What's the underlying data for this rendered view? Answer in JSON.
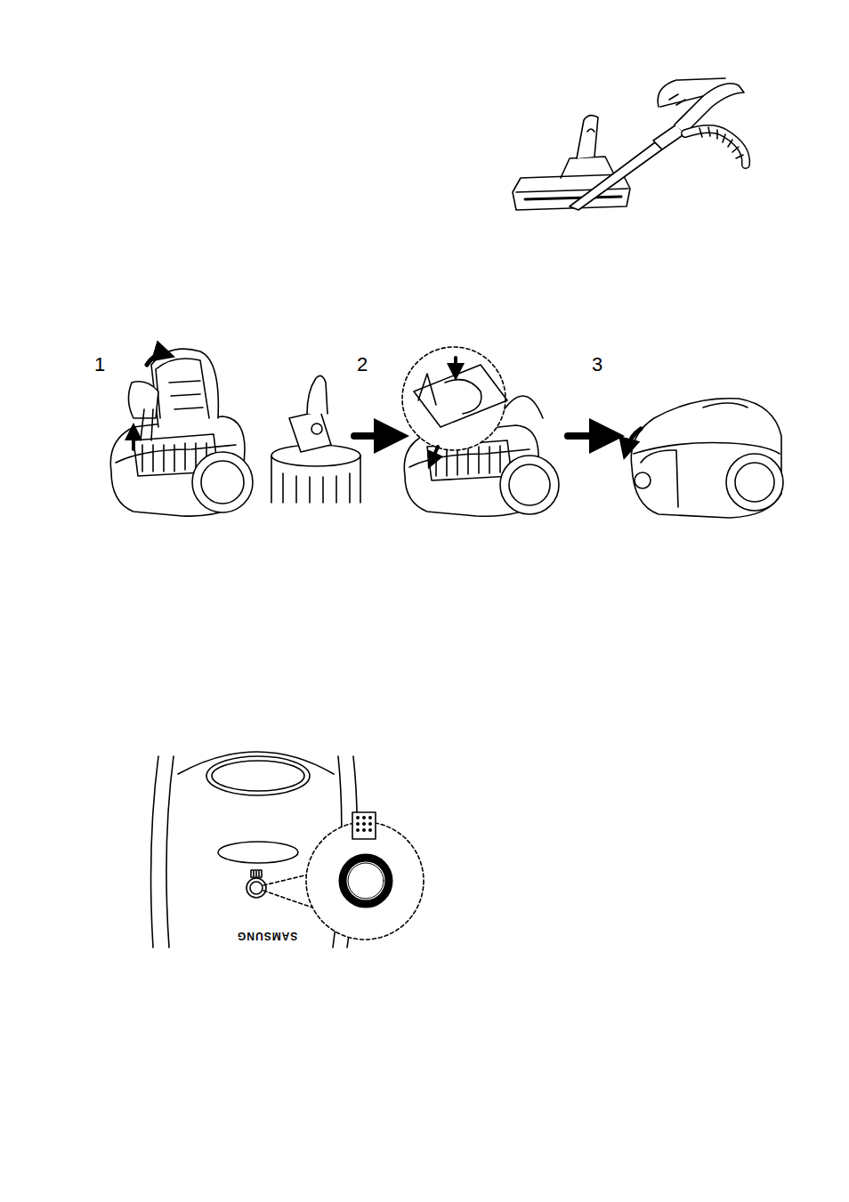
{
  "diagram": {
    "labels": [
      "1",
      "2",
      "3",
      "SAMSUNG"
    ]
  }
}
